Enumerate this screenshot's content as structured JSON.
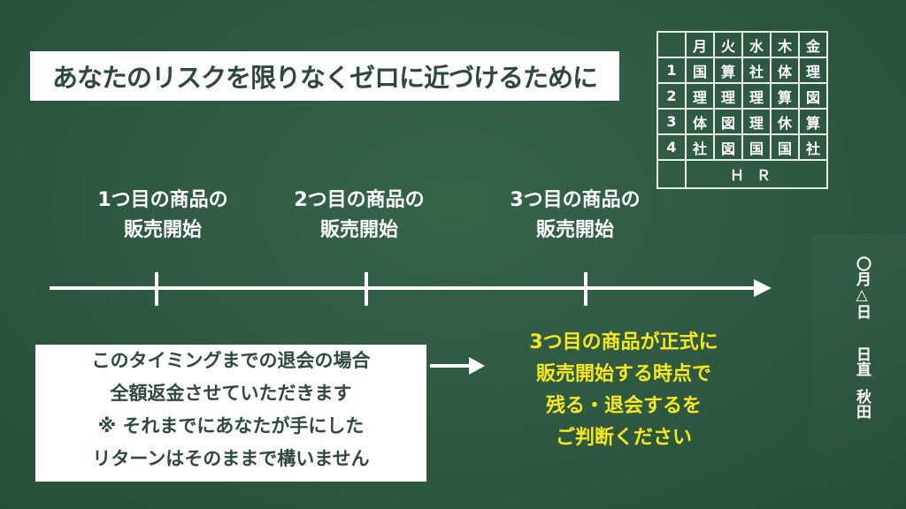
{
  "title": "あなたのリスクを限りなくゼロに近づけるために",
  "schedule": {
    "days": [
      "月",
      "火",
      "水",
      "木",
      "金"
    ],
    "rows": [
      {
        "period": "1",
        "cells": [
          "国",
          "算",
          "社",
          "体",
          "理"
        ]
      },
      {
        "period": "2",
        "cells": [
          "理",
          "理",
          "理",
          "算",
          "図"
        ]
      },
      {
        "period": "3",
        "cells": [
          "体",
          "図",
          "理",
          "休",
          "算"
        ]
      },
      {
        "period": "4",
        "cells": [
          "社",
          "図",
          "国",
          "国",
          "社"
        ]
      }
    ],
    "hr": "ＨＲ"
  },
  "milestones": [
    {
      "line1": "1つ目の商品の",
      "line2": "販売開始"
    },
    {
      "line1": "2つ目の商品の",
      "line2": "販売開始"
    },
    {
      "line1": "3つ目の商品の",
      "line2": "販売開始"
    }
  ],
  "note": {
    "lines": [
      "このタイミングまでの退会の場合",
      "全額返金させていただきます",
      "※ それまでにあなたが手にした",
      "リターンはそのままで構いません"
    ]
  },
  "highlight": {
    "lines": [
      "3つ目の商品が正式に",
      "販売開始する時点で",
      "残る・退会するを",
      "ご判断ください"
    ],
    "color": "#f6e81d"
  },
  "board_side": {
    "date": "〇月△日",
    "duty_label": "日直",
    "duty_name": "秋田"
  },
  "colors": {
    "board": "#2f5a44",
    "box_text": "#2e4a3c"
  }
}
